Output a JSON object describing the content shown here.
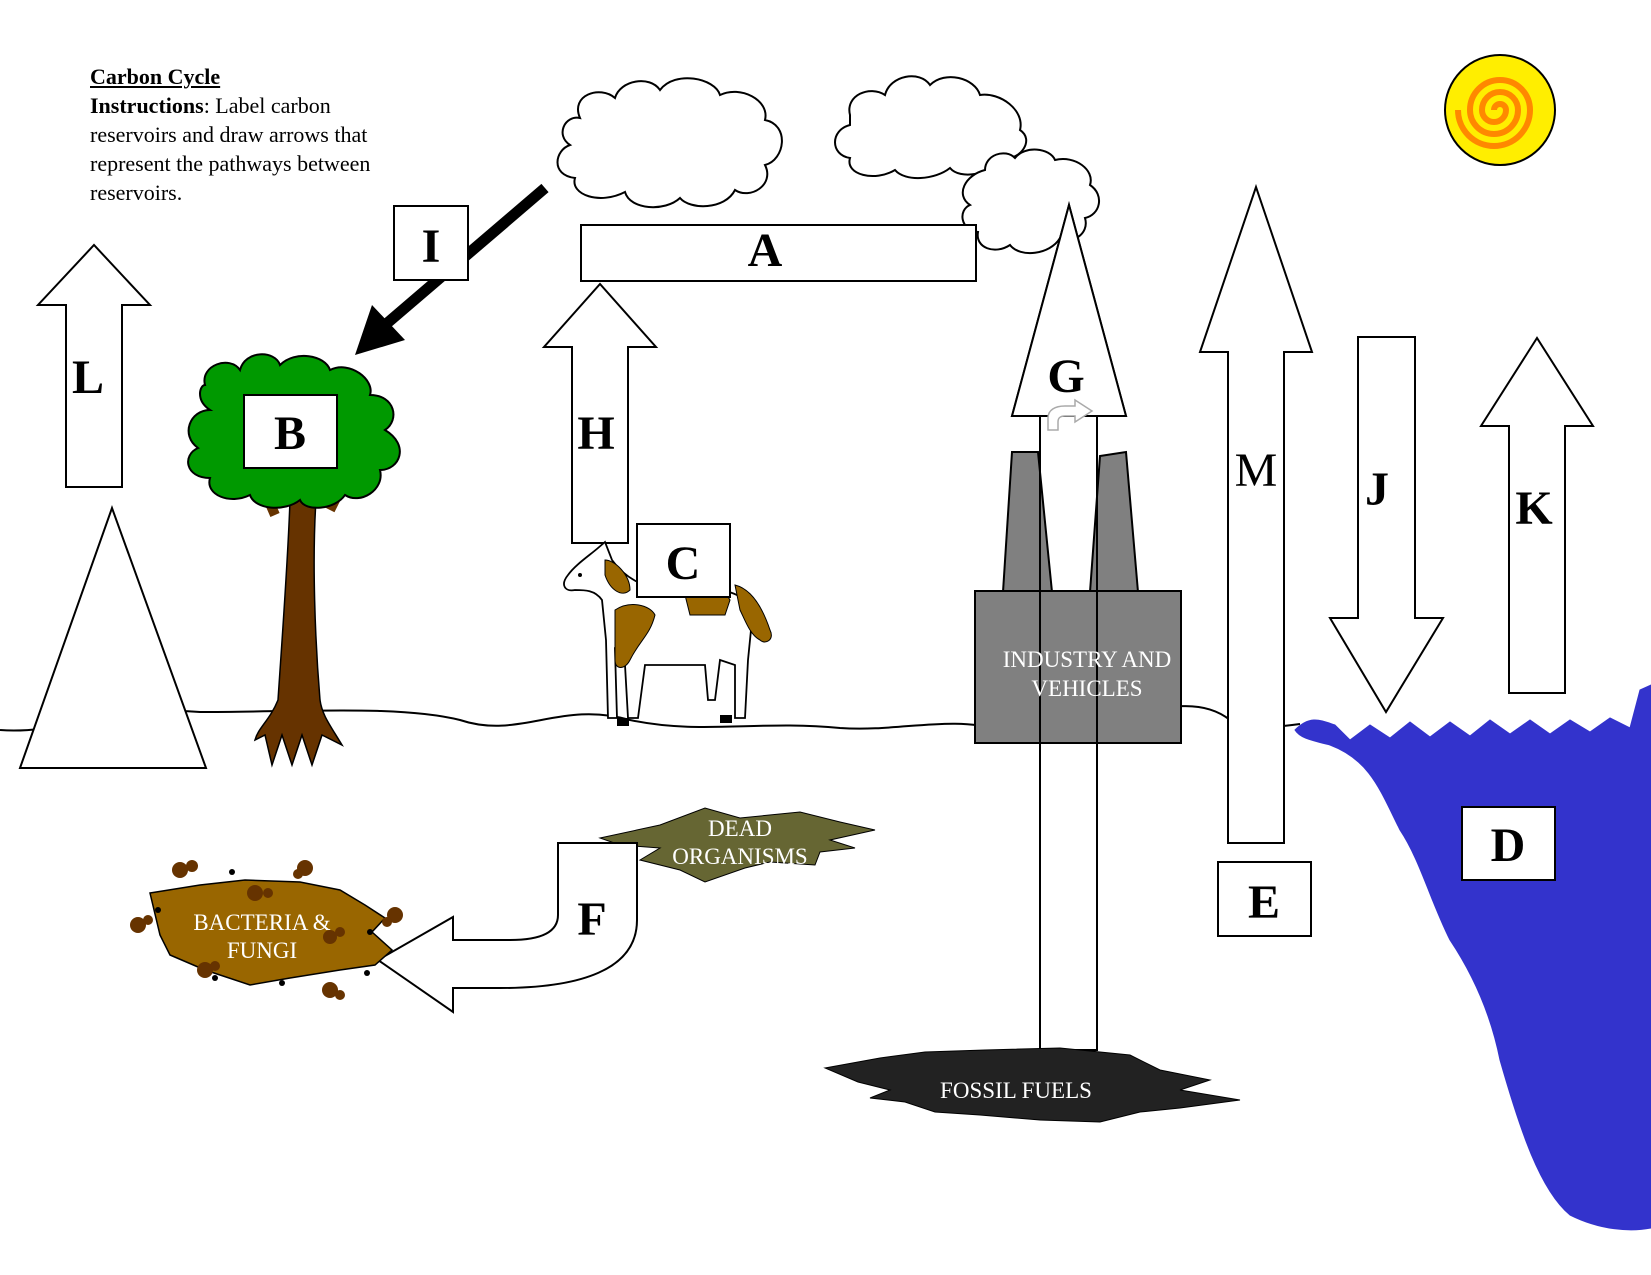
{
  "instructions": {
    "title": "Carbon Cycle",
    "lead": "Instructions",
    "body": ": Label carbon reservoirs and draw arrows that represent the pathways between reservoirs."
  },
  "labels": {
    "A": "A",
    "B": "B",
    "C": "C",
    "D": "D",
    "E": "E",
    "F": "F",
    "G": "G",
    "H": "H",
    "I": "I",
    "J": "J",
    "K": "K",
    "L": "L",
    "M": "M"
  },
  "captions": {
    "industry_line1": "INDUSTRY AND",
    "industry_line2": "VEHICLES",
    "dead_line1": "DEAD",
    "dead_line2": "ORGANISMS",
    "bacteria_line1": "BACTERIA &",
    "bacteria_line2": "FUNGI",
    "fossil": "FOSSIL FUELS"
  },
  "colors": {
    "tree_leaves": "#009900",
    "tree_trunk": "#663300",
    "ocean": "#3333cc",
    "sun_outer": "#ffee00",
    "sun_swirl": "#ff8800",
    "factory": "#808080",
    "dead_organisms": "#666633",
    "bacteria": "#996600",
    "fossil_fuels": "#222222",
    "horse_patch": "#996600"
  }
}
